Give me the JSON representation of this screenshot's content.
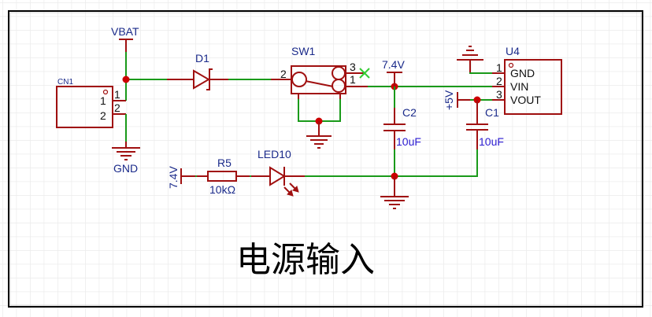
{
  "schematic": {
    "title": "电源输入",
    "colors": {
      "wire": "#1a9a1a",
      "part": "#a01010",
      "junction": "#cc0000",
      "label": "#1a2a8a",
      "value": "#2a1ad0",
      "grid": "#ececec",
      "frame": "#000000",
      "no_connect": "#33cc33"
    },
    "net_labels": {
      "vbat": "VBAT",
      "gnd": "GND",
      "v74_top": "7.4V",
      "v74_left": "7.4V",
      "v5": "+5V"
    },
    "components": {
      "cn1": {
        "designator": "CN1",
        "pins": [
          "1",
          "2"
        ],
        "inner_pins": [
          "1",
          "2"
        ]
      },
      "d1": {
        "designator": "D1"
      },
      "sw1": {
        "designator": "SW1",
        "pins": [
          "2",
          "3",
          "1"
        ]
      },
      "c2": {
        "designator": "C2",
        "value": "10uF"
      },
      "c1": {
        "designator": "C1",
        "value": "10uF"
      },
      "u4": {
        "designator": "U4",
        "pins": [
          {
            "num": "1",
            "name": "GND"
          },
          {
            "num": "2",
            "name": "VIN"
          },
          {
            "num": "3",
            "name": "VOUT"
          }
        ]
      },
      "r5": {
        "designator": "R5",
        "value": "10kΩ"
      },
      "led10": {
        "designator": "LED10"
      }
    }
  }
}
